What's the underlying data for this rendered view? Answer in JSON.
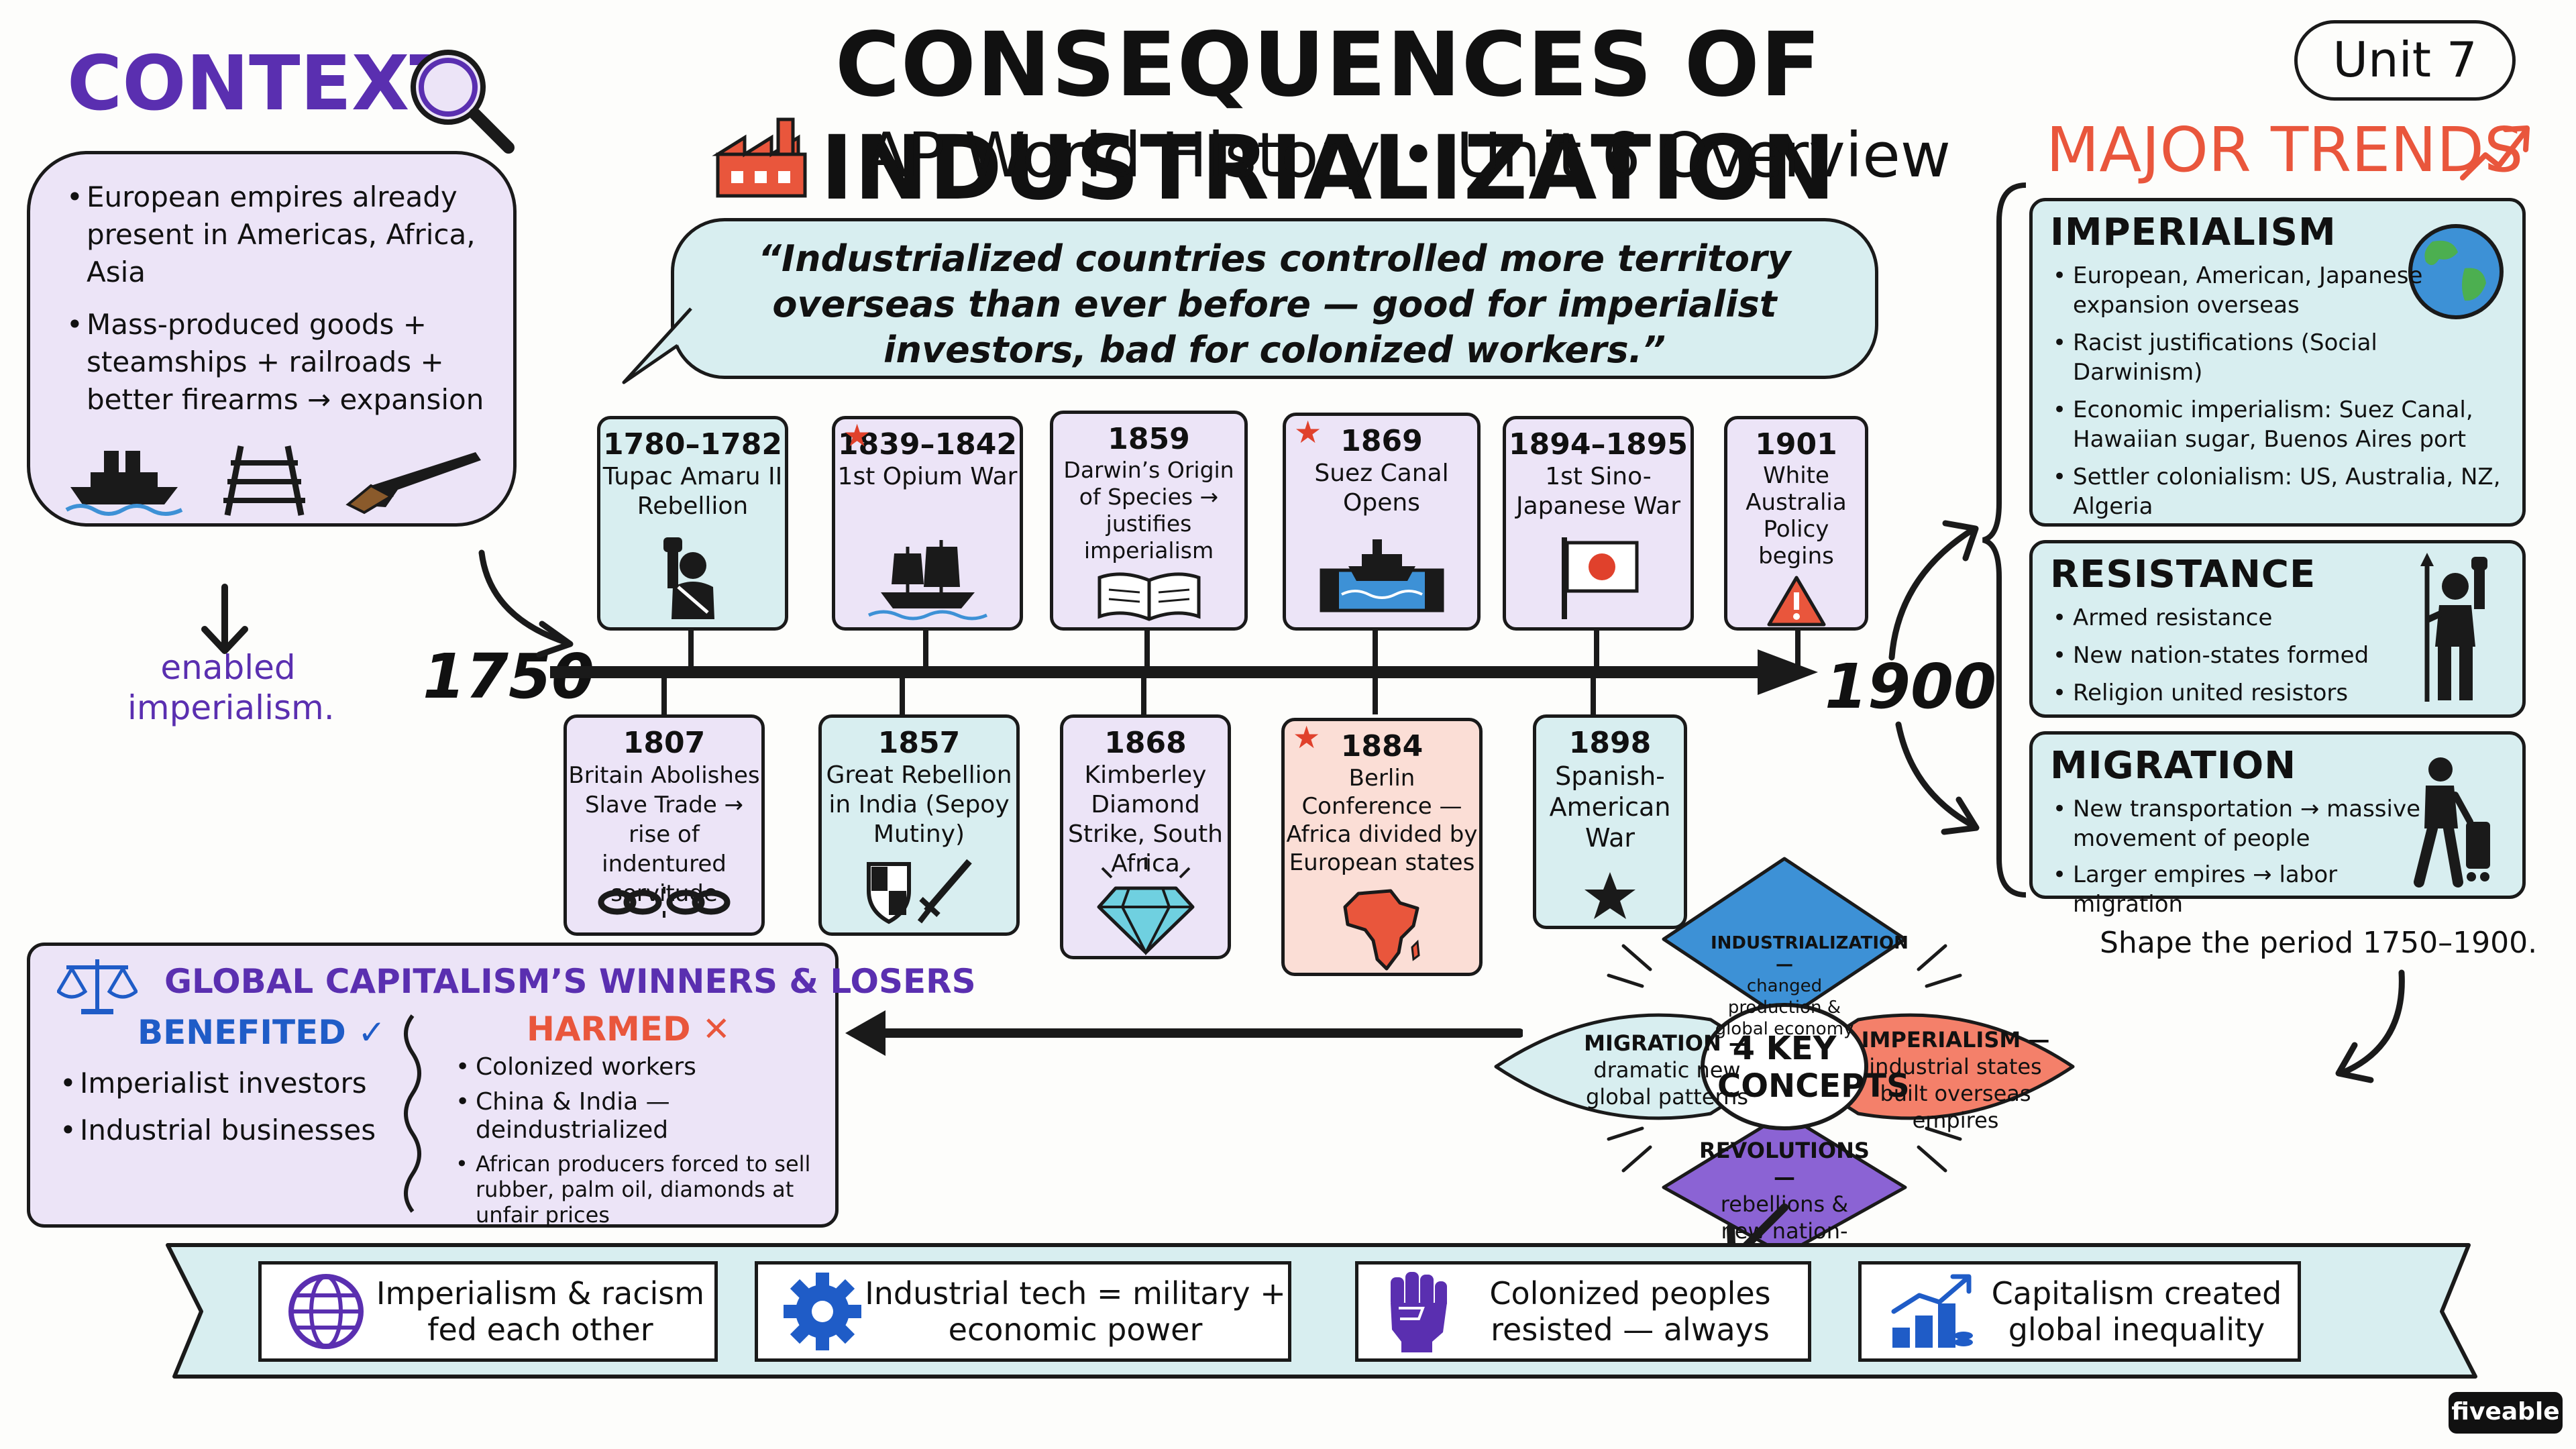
{
  "header": {
    "title": "CONSEQUENCES OF INDUSTRIALIZATION",
    "subtitle": "AP World History • Unit 6 Overview",
    "unit_badge": "Unit 7"
  },
  "context": {
    "heading": "CONTEXT",
    "bullets": [
      "European empires already present in Americas, Africa, Asia",
      "Mass-produced goods + steamships + railroads + better firearms → expansion"
    ],
    "result": "enabled imperialism."
  },
  "quote": "“Industrialized countries controlled more territory overseas than ever before — good for imperialist investors, bad for colonized workers.”",
  "timeline": {
    "start_label": "1750",
    "end_label": "1900",
    "above": [
      {
        "year": "1780–1782",
        "label": "Tupac Amaru II Rebellion",
        "starred": false
      },
      {
        "year": "1839–1842",
        "label": "1st Opium War",
        "starred": true
      },
      {
        "year": "1859",
        "label": "Darwin’s Origin of Species → justifies imperialism",
        "starred": false
      },
      {
        "year": "1869",
        "label": "Suez Canal Opens",
        "starred": true
      },
      {
        "year": "1894–1895",
        "label": "1st Sino-Japanese War",
        "starred": false
      },
      {
        "year": "1901",
        "label": "White Australia Policy begins",
        "starred": false
      }
    ],
    "below": [
      {
        "year": "1807",
        "label": "Britain Abolishes Slave Trade → rise of indentured servitude",
        "starred": false
      },
      {
        "year": "1857",
        "label": "Great Rebellion in India (Sepoy Mutiny)",
        "starred": false
      },
      {
        "year": "1868",
        "label": "Kimberley Diamond Strike, South Africa",
        "starred": false
      },
      {
        "year": "1884",
        "label": "Berlin Conference — Africa divided by European states",
        "starred": true
      },
      {
        "year": "1898",
        "label": "Spanish-American War",
        "starred": false
      }
    ]
  },
  "trends": {
    "heading": "MAJOR TRENDS",
    "items": [
      {
        "title": "IMPERIALISM",
        "icon": "globe-icon",
        "bullets": [
          "European, American, Japanese expansion overseas",
          "Racist justifications (Social Darwinism)",
          "Economic imperialism: Suez Canal, Hawaiian sugar, Buenos Aires port",
          "Settler colonialism: US, Australia, NZ, Algeria"
        ]
      },
      {
        "title": "RESISTANCE",
        "icon": "warrior-icon",
        "bullets": [
          "Armed resistance",
          "New nation-states formed",
          "Religion united resistors"
        ]
      },
      {
        "title": "MIGRATION",
        "icon": "traveler-icon",
        "bullets": [
          "New transportation → massive movement of people",
          "Larger empires → labor migration"
        ]
      }
    ],
    "footer": "Shape the period 1750–1900."
  },
  "concepts": {
    "center": "4 KEY CONCEPTS",
    "top": {
      "title": "INDUSTRIALIZATION —",
      "text": "changed production & global economy"
    },
    "left": {
      "title": "MIGRATION —",
      "text": "dramatic new global patterns"
    },
    "right": {
      "title": "IMPERIALISM —",
      "text": "industrial states built overseas empires"
    },
    "bottom": {
      "title": "REVOLUTIONS —",
      "text": "rebellions & new nation-states"
    }
  },
  "capitalism": {
    "heading": "GLOBAL CAPITALISM’S WINNERS & LOSERS",
    "benefited_heading": "BENEFITED ✓",
    "benefited": [
      "Imperialist investors",
      "Industrial businesses"
    ],
    "harmed_heading": "HARMED ✕",
    "harmed": [
      "Colonized workers",
      "China & India — deindustrialized",
      "African producers forced to sell rubber, palm oil, diamonds at unfair prices"
    ]
  },
  "takeaways": [
    {
      "icon": "globe-lines-icon",
      "text": "Imperialism & racism fed each other"
    },
    {
      "icon": "gear-icon",
      "text": "Industrial tech = military + economic power"
    },
    {
      "icon": "fist-icon",
      "text": "Colonized peoples resisted — always"
    },
    {
      "icon": "growth-chart-icon",
      "text": "Capitalism created global inequality"
    }
  ],
  "brand": "fiveable",
  "colors": {
    "purple": "#5a2fb0",
    "teal_fill": "#d8eef0",
    "lavender_fill": "#ece4f7",
    "red": "#e9563c",
    "blue": "#1f5cc7",
    "salmon": "#f4806a",
    "sky": "#3d91d6",
    "violet": "#8b63d4"
  }
}
